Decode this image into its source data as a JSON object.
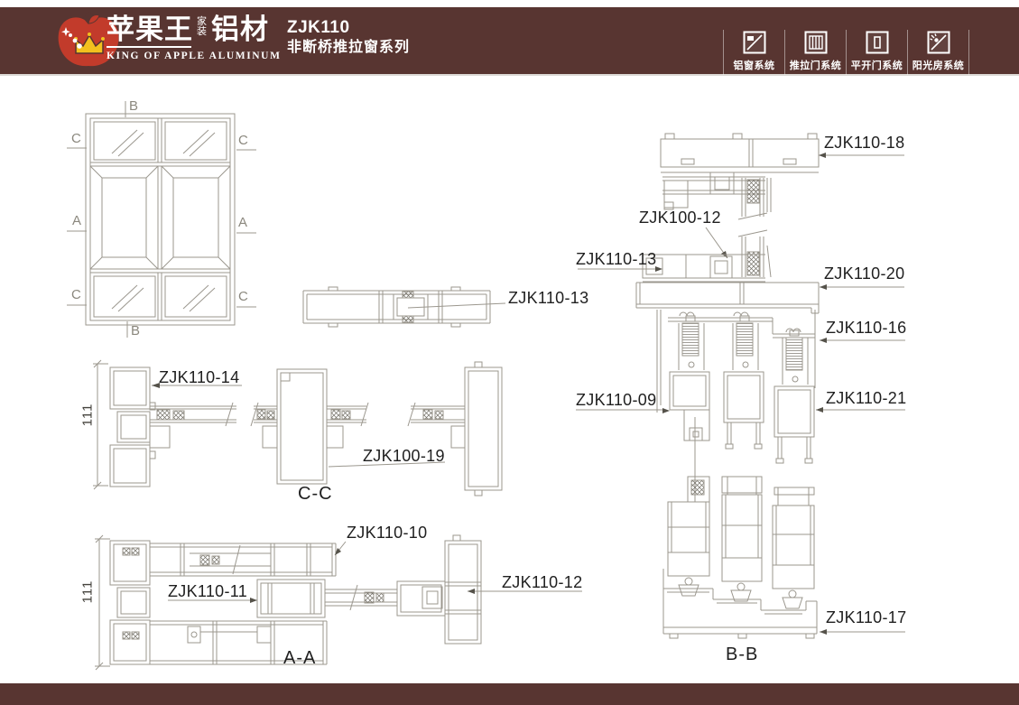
{
  "header": {
    "bg_color": "#583531",
    "apple_color": "#c23b2b",
    "crown_color": "#f2c01e",
    "brand": {
      "cn_main": "苹果王",
      "cn_tag": "家装",
      "cn_suffix": "铝材",
      "en": "KING OF APPLE ALUMINUM"
    },
    "series": {
      "code": "ZJK110",
      "name": "非断桥推拉窗系列"
    },
    "nav": [
      {
        "label": "铝窗系统",
        "icon": "aluminum-window-system-icon"
      },
      {
        "label": "推拉门系统",
        "icon": "sliding-door-system-icon"
      },
      {
        "label": "平开门系统",
        "icon": "casement-door-system-icon"
      },
      {
        "label": "阳光房系统",
        "icon": "sunroom-system-icon"
      }
    ]
  },
  "drawing": {
    "line_color": "#9b978e",
    "label_color": "#1f1f1f",
    "elevation": {
      "markers": {
        "b_top": "B",
        "b_bottom": "B",
        "c_top_left": "C",
        "c_top_right": "C",
        "a_left": "A",
        "a_right": "A",
        "c_bottom_left": "C",
        "c_bottom_right": "C"
      }
    },
    "dimensions": {
      "cc_height": "111",
      "aa_height": "111"
    },
    "labels": {
      "mid_13": "ZJK110-13",
      "cc_14": "ZJK110-14",
      "cc_19": "ZJK100-19",
      "cc_caption": "C-C",
      "aa_10": "ZJK110-10",
      "aa_11": "ZJK110-11",
      "aa_12": "ZJK110-12",
      "aa_caption": "A-A",
      "bb_18": "ZJK110-18",
      "bb_100_12": "ZJK100-12",
      "bb_13": "ZJK110-13",
      "bb_20": "ZJK110-20",
      "bb_16": "ZJK110-16",
      "bb_09": "ZJK110-09",
      "bb_21": "ZJK110-21",
      "bb_17": "ZJK110-17",
      "bb_caption": "B-B"
    }
  }
}
